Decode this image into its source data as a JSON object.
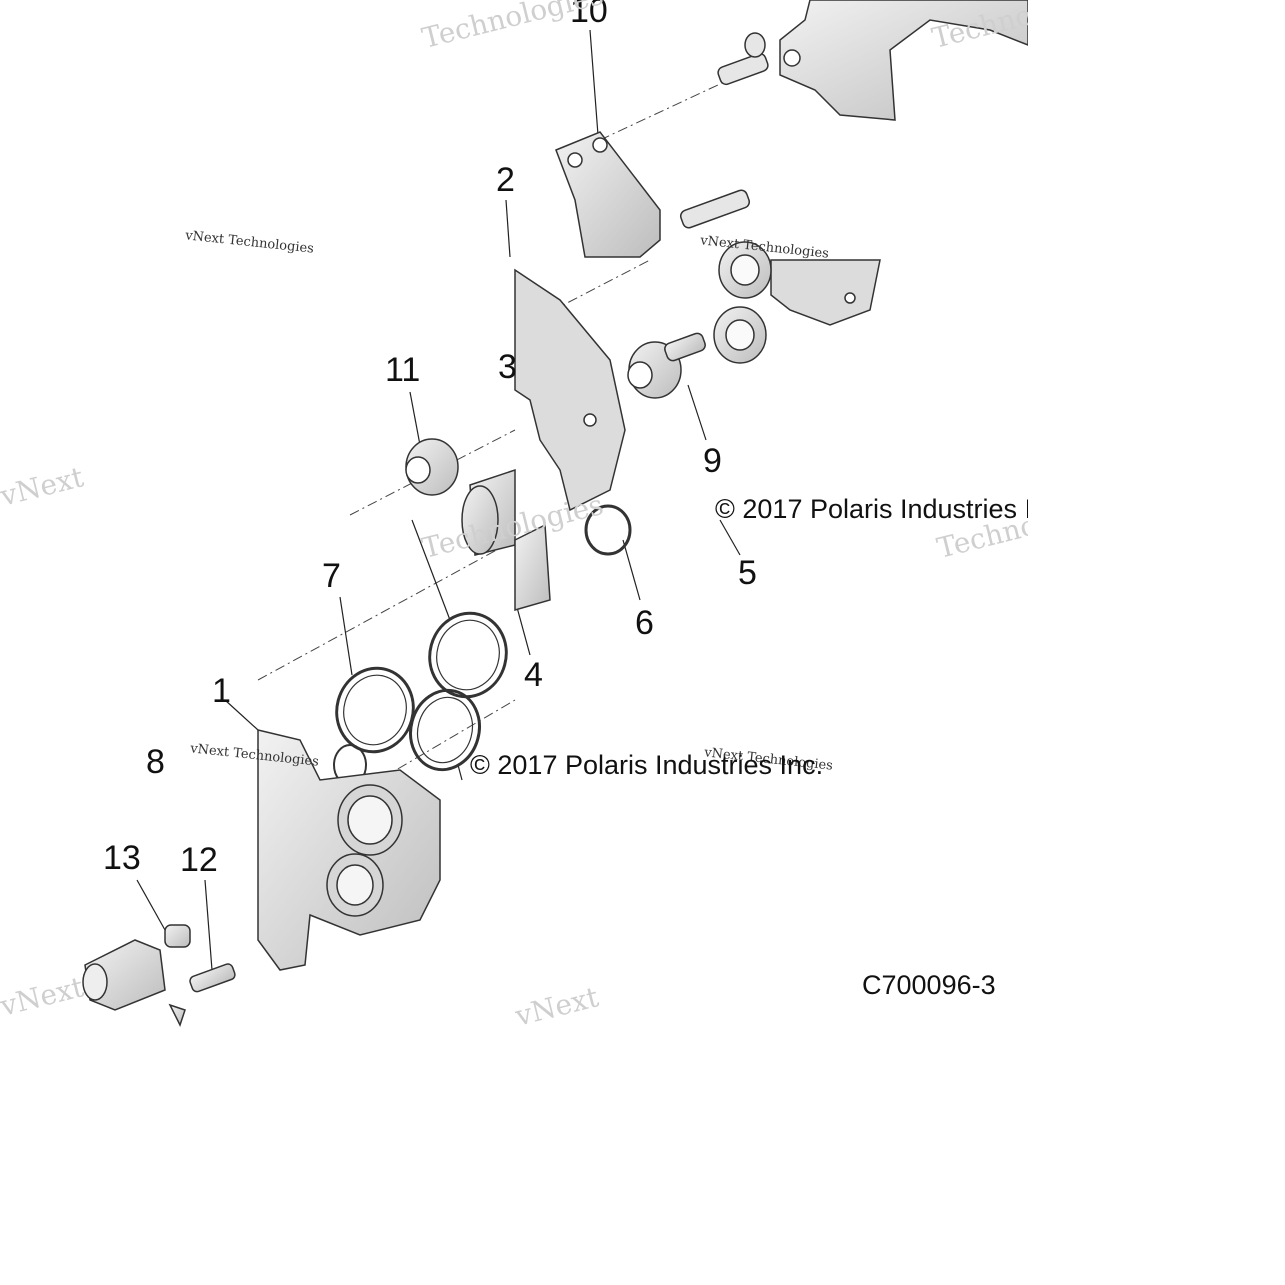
{
  "diagram": {
    "callouts": [
      "1",
      "2",
      "3",
      "4",
      "5",
      "6",
      "7",
      "8",
      "9",
      "10",
      "11",
      "12",
      "13"
    ],
    "figure_code": "C700096-3",
    "copyright_text": "© 2017 Polaris Industries Inc.",
    "watermark": {
      "brand": "vNext",
      "word": "Technologies",
      "small": "vNext Technologies"
    }
  }
}
